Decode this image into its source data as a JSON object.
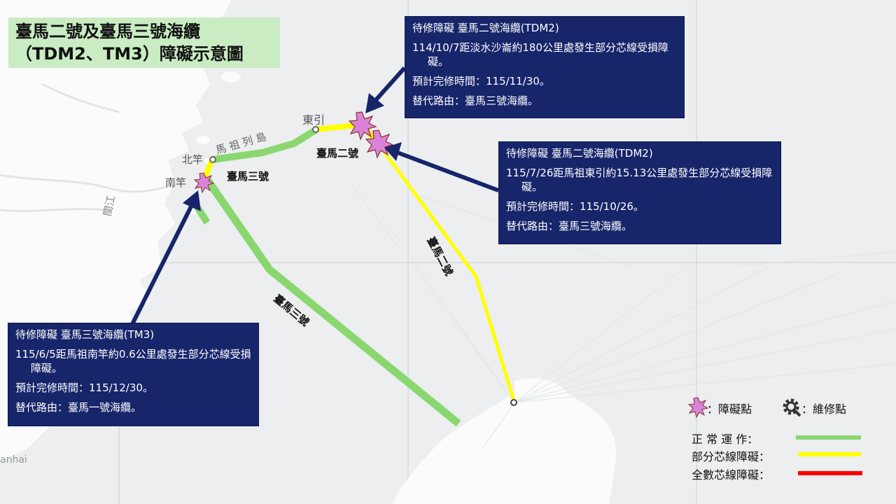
{
  "title": {
    "line1": "臺馬二號及臺馬三號海纜",
    "line2": "（TDM2、TM3）障礙示意圖"
  },
  "map_labels": {
    "dongyin": "東引",
    "beigan": "北竿",
    "nangan": "南竿",
    "matsu": "馬 祖 列 島",
    "minjiang": "閩江",
    "tm3_short": "臺馬三號",
    "tdm2_short": "臺馬二號",
    "tdm2_long": "臺馬二號",
    "tm3_long": "臺馬三號",
    "nanhai_partial": "anhai"
  },
  "info_boxes": {
    "fault_a": {
      "heading": "待修障礙 臺馬二號海纜(TDM2)",
      "desc": "114/10/7距淡水沙崙約180公里處發生部分芯線受損障礙。",
      "eta": "預計完修時間：115/11/30。",
      "route": "替代路由：臺馬三號海纜。"
    },
    "fault_b": {
      "heading": "待修障礙 臺馬二號海纜(TDM2)",
      "desc": "115/7/26距馬祖東引約15.13公里處發生部分芯線受損障礙。",
      "eta": "預計完修時間：115/10/26。",
      "route": "替代路由：臺馬三號海纜。"
    },
    "fault_c": {
      "heading": "待修障礙 臺馬三號海纜(TM3)",
      "desc": "115/6/5距馬祖南竿約0.6公里處發生部分芯線受損障礙。",
      "eta": "預計完修時間：115/12/30。",
      "route": "替代路由：臺馬一號海纜。"
    }
  },
  "legend": {
    "fault_point": "：障礙點",
    "repair_point": "：維修點",
    "normal": "正 常 運 作：",
    "partial": "部分芯線障礙：",
    "full": "全數芯線障礙："
  },
  "colors": {
    "normal": "#8ad770",
    "partial": "#ffff00",
    "full": "#ff0000",
    "box": "#17256a",
    "arrow": "#17256a",
    "fault_star": "#d984d8"
  }
}
